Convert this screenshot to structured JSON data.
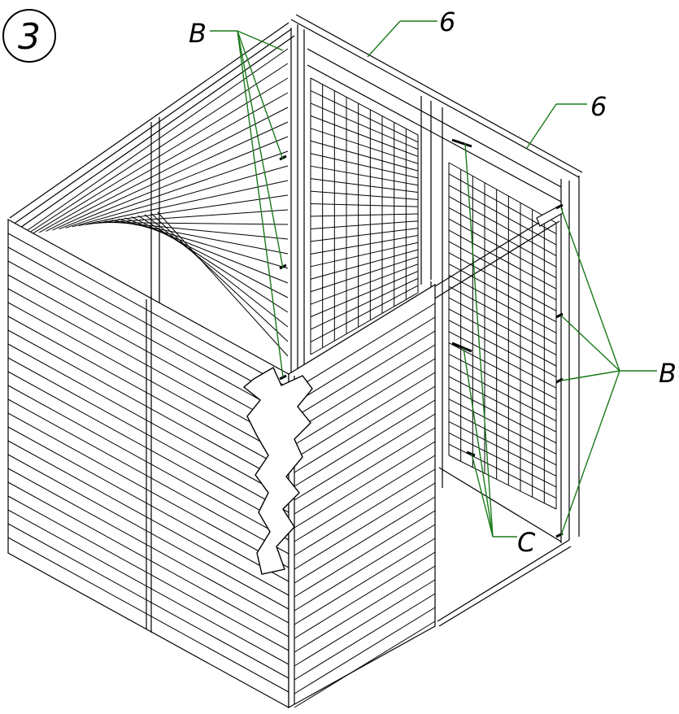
{
  "step_number": "3",
  "callouts": {
    "b_top": "B",
    "b_right": "B",
    "c_bottom": "C",
    "six_top": "6",
    "six_right": "6"
  },
  "colors": {
    "line": "#000000",
    "leader": "#1a7a1a",
    "background": "#ffffff"
  }
}
